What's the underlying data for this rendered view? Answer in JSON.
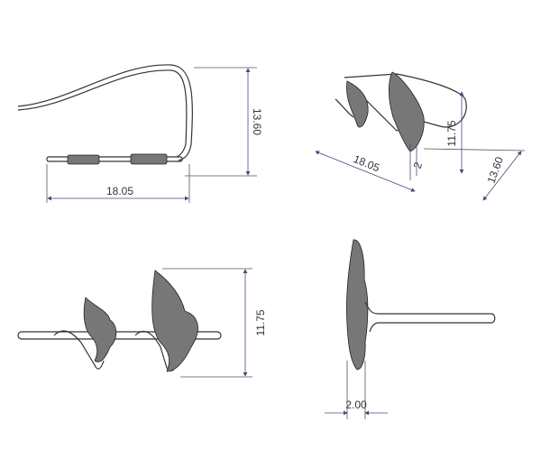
{
  "views": {
    "front": {
      "width_label": "18.05",
      "height_label": "13.60"
    },
    "isometric": {
      "width_label": "18.05",
      "height_label": "11.75",
      "depth_label": "13.60",
      "thickness_label": "2"
    },
    "side": {
      "height_label": "11.75"
    },
    "end": {
      "thickness_label": "2.00"
    }
  }
}
